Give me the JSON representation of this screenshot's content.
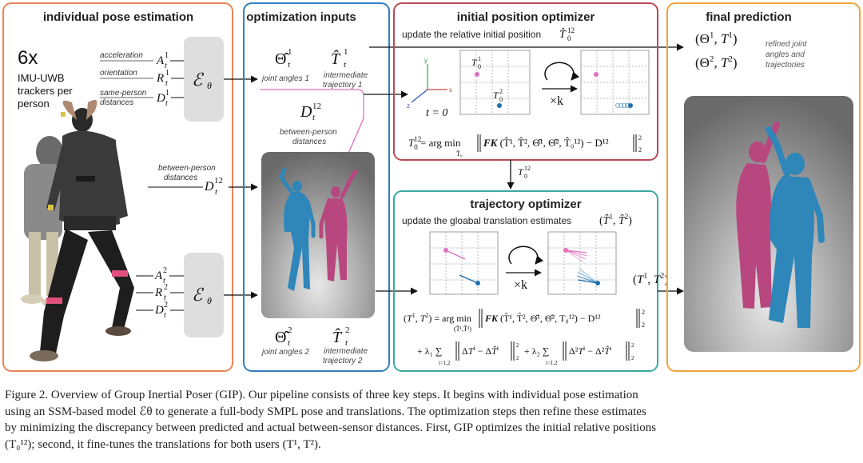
{
  "panels": {
    "individual": {
      "title": "individual pose estimation",
      "count": "6x",
      "device_lines": [
        "IMU-UWB",
        "trackers per",
        "person"
      ],
      "input_labels": [
        "acceleration",
        "orientation",
        "same-person",
        "distances"
      ],
      "between_person_distances": [
        "between-person",
        "distances"
      ],
      "encoder": "ℰθ"
    },
    "inputs": {
      "title": "optimization inputs",
      "joint_angles_1": "joint angles 1",
      "intermediate_traj_1": [
        "intermediate",
        "trajectory 1"
      ],
      "between_dist": [
        "between-person",
        "distances"
      ],
      "joint_angles_2": "joint angles 2",
      "intermediate_traj_2": [
        "intermediate",
        "trajectory 2"
      ]
    },
    "initial": {
      "title": "initial position optimizer",
      "subtitle": "update the relative initial position",
      "t_eq_0": "t = 0",
      "times_k": "×k"
    },
    "trajectory": {
      "title": "trajectory optimizer",
      "subtitle": "update the gloabal translation estimates",
      "times_k": "×k"
    },
    "final": {
      "title": "final prediction",
      "note": [
        "refined joint",
        "angles and",
        "trajectories"
      ]
    }
  },
  "caption": [
    "Figure 2.  Overview of Group Inertial Poser (GIP). Our pipeline consists of three key steps.  It begins with individual pose estimation",
    "using an SSM-based model ℰθ to generate a full-body SMPL pose and translations.  The optimization steps then refine these estimates",
    "by minimizing the discrepancy between predicted and actual between-sensor distances.  First, GIP optimizes the initial relative positions",
    "(T₀¹²); second, it fine-tunes the translations for both users (T¹, T²)."
  ],
  "colors": {
    "orange": "#e8855a",
    "blue": "#2f7fbf",
    "red": "#b84a58",
    "teal": "#3aa99f",
    "gold": "#f0a640",
    "magenta": "#b8477f",
    "body_blue": "#2f86b8",
    "pink_point": "#e070c0",
    "blue_point": "#1e6fae"
  }
}
